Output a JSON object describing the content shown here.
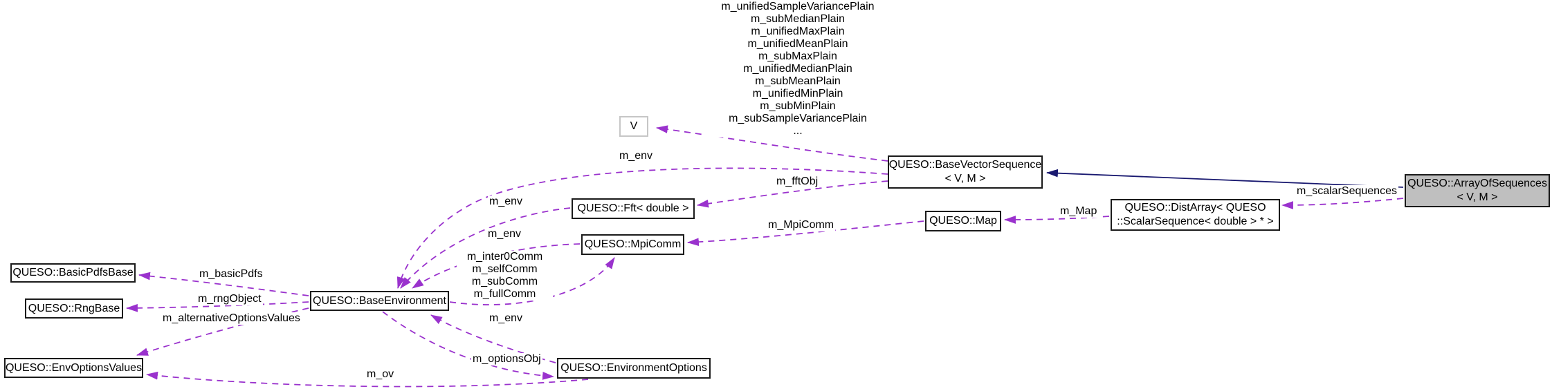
{
  "diagram": {
    "kind": "collaboration-graph",
    "colors": {
      "usage_edge": "#9a32cd",
      "inheritance_edge": "#191970",
      "node_border": "#1a1a1a",
      "template_param_border": "#c6c6c6",
      "highlight_node_fill": "#bfbfbf",
      "background": "#ffffff"
    },
    "nodes": {
      "v": "V",
      "base_vector_sequence": "QUESO::BaseVectorSequence\n< V, M >",
      "array_of_sequences": "QUESO::ArrayOfSequences\n< V, M >",
      "dist_array": "QUESO::DistArray< QUESO\n::ScalarSequence< double > * >",
      "map": "QUESO::Map",
      "fft": "QUESO::Fft< double >",
      "mpi_comm": "QUESO::MpiComm",
      "base_environment": "QUESO::BaseEnvironment",
      "basic_pdfs_base": "QUESO::BasicPdfsBase",
      "rng_base": "QUESO::RngBase",
      "env_options_values": "QUESO::EnvOptionsValues",
      "environment_options": "QUESO::EnvironmentOptions"
    },
    "edge_labels": {
      "vector_members": "m_unifiedSampleVariancePlain\nm_subMedianPlain\nm_unifiedMaxPlain\nm_unifiedMeanPlain\nm_subMaxPlain\nm_unifiedMedianPlain\nm_subMeanPlain\nm_unifiedMinPlain\nm_subMinPlain\nm_subSampleVariancePlain\n...",
      "m_env_vector": "m_env",
      "m_fftObj": "m_fftObj",
      "m_MpiComm": "m_MpiComm",
      "m_Map": "m_Map",
      "m_scalarSequences": "m_scalarSequences",
      "m_env_fft": "m_env",
      "m_env_mpi": "m_env",
      "comm_members": "m_inter0Comm\nm_selfComm\nm_subComm\nm_fullComm",
      "m_basicPdfs": "m_basicPdfs",
      "m_rngObject": "m_rngObject",
      "m_alternativeOptionsValues": "m_alternativeOptionsValues",
      "m_optionsObj": "m_optionsObj",
      "m_env_envopts": "m_env",
      "m_ov": "m_ov"
    }
  }
}
